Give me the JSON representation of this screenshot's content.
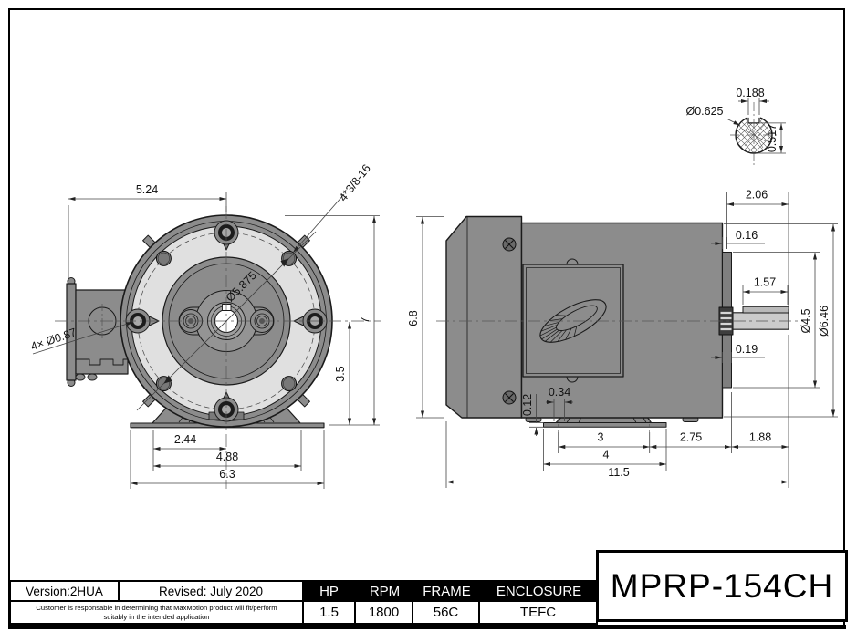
{
  "front": {
    "width_to_center": "5.24",
    "mount_holes": "4*3/8-16",
    "bolt_circle": "Ø5.875",
    "conduit_knockouts": "4× Ø0.87",
    "overall_height": "7",
    "center_height": "3.5",
    "foot_bolt_to_center": "2.44",
    "foot_bolt_span": "4.88",
    "base_width": "6.3"
  },
  "side": {
    "body_height": "6.8",
    "shaft_ext_total": "2.06",
    "face_step_top": "0.16",
    "key_length": "1.57",
    "rabbet_dia": "Ø4.5",
    "flange_dia": "Ø6.46",
    "face_step_bottom": "0.19",
    "pad_thickness": "0.12",
    "foot_offset": "0.34",
    "foot_bolt_spacing": "3",
    "foot_length": "4",
    "foot_to_face": "2.75",
    "shaft_ext": "1.88",
    "overall_length": "11.5"
  },
  "detail": {
    "shaft_dia": "Ø0.625",
    "key_width": "0.188",
    "key_flat": "0.517"
  },
  "title_block": {
    "version": "Version:2HUA",
    "revised": "Revised: July 2020",
    "disclaimer_line1": "Customer is responsable in determining that MaxMotion product will fit/perform",
    "disclaimer_line2": "suitably in the intended application",
    "specs": [
      {
        "label": "HP",
        "value": "1.5"
      },
      {
        "label": "RPM",
        "value": "1800"
      },
      {
        "label": "FRAME",
        "value": "56C"
      },
      {
        "label": "ENCLOSURE",
        "value": "TEFC"
      }
    ],
    "model": "MPRP-154CH"
  },
  "colors": {
    "body_gray": "#8c8c8c",
    "flange_light": "#e0e0e0",
    "shaft_light": "#cbcbcb",
    "line": "#1a1a1a"
  }
}
